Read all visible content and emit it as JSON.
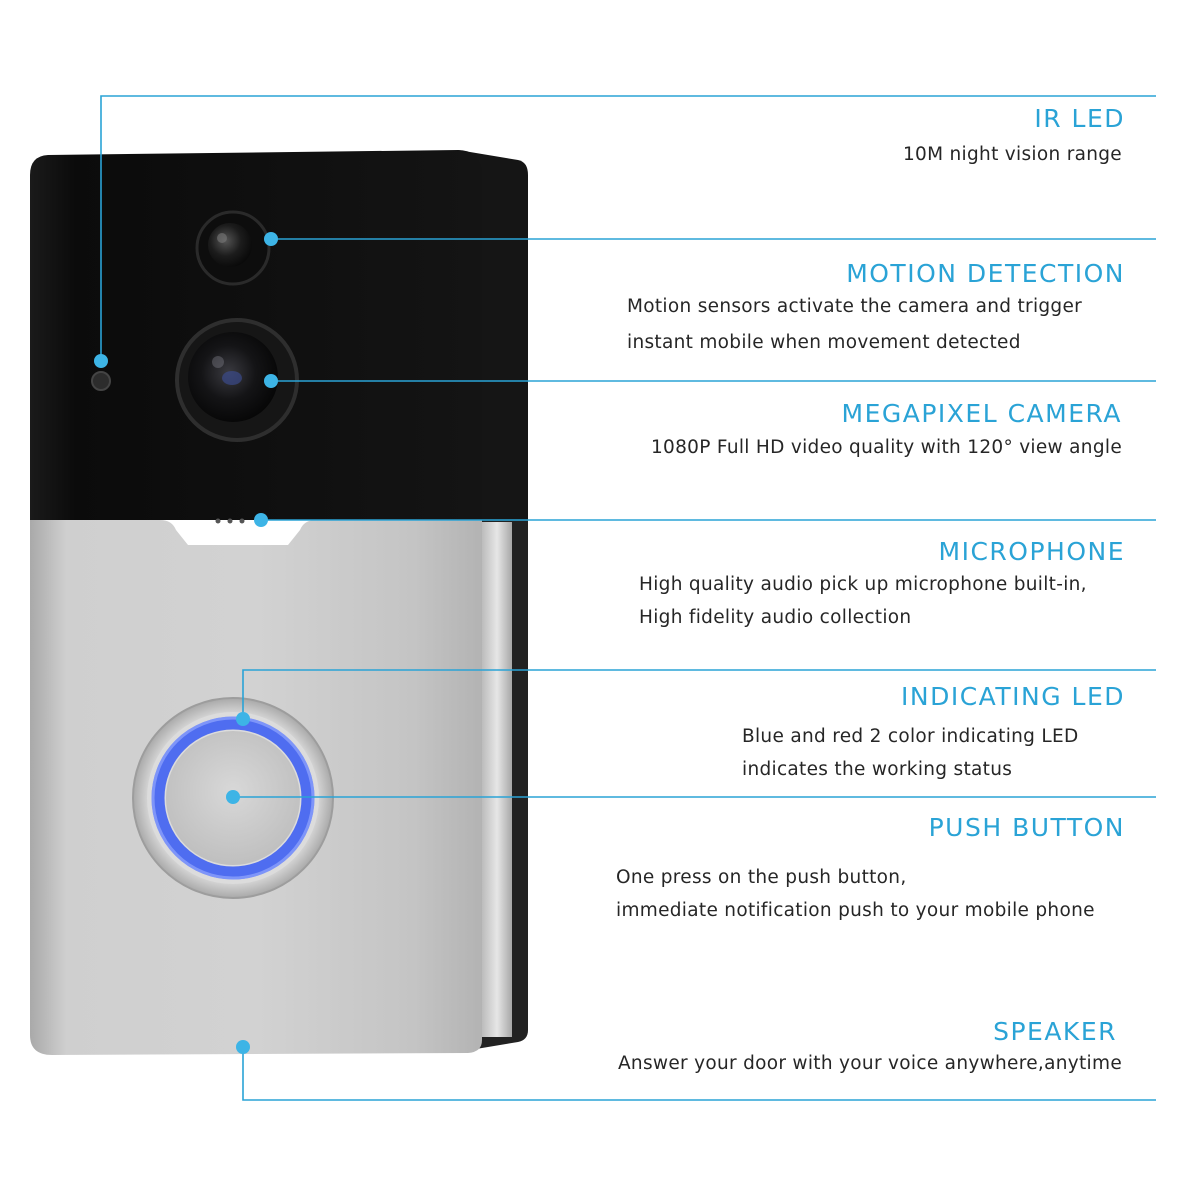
{
  "colors": {
    "accent": "#2aa3d6",
    "text": "#262626",
    "device_black": "#111111",
    "device_silver": "#c9c9c9",
    "led_ring": "#4f6df0"
  },
  "features": [
    {
      "title": "IR LED",
      "lines": [
        "10M night vision range"
      ]
    },
    {
      "title": "MOTION DETECTION",
      "lines": [
        "Motion sensors activate the camera and trigger",
        "instant mobile when movement detected"
      ]
    },
    {
      "title": "MEGAPIXEL CAMERA",
      "lines": [
        "1080P Full HD video quality with 120° view angle"
      ]
    },
    {
      "title": "MICROPHONE",
      "lines": [
        "High quality audio pick up microphone built-in,",
        "High fidelity audio collection"
      ]
    },
    {
      "title": "INDICATING LED",
      "lines": [
        "Blue and red 2 color indicating LED",
        "indicates the working status"
      ]
    },
    {
      "title": "PUSH BUTTON",
      "lines": [
        "One press on the push button,",
        "immediate notification push to your mobile phone"
      ]
    },
    {
      "title": "SPEAKER",
      "lines": [
        "Answer your door with your voice anywhere,anytime"
      ]
    }
  ]
}
